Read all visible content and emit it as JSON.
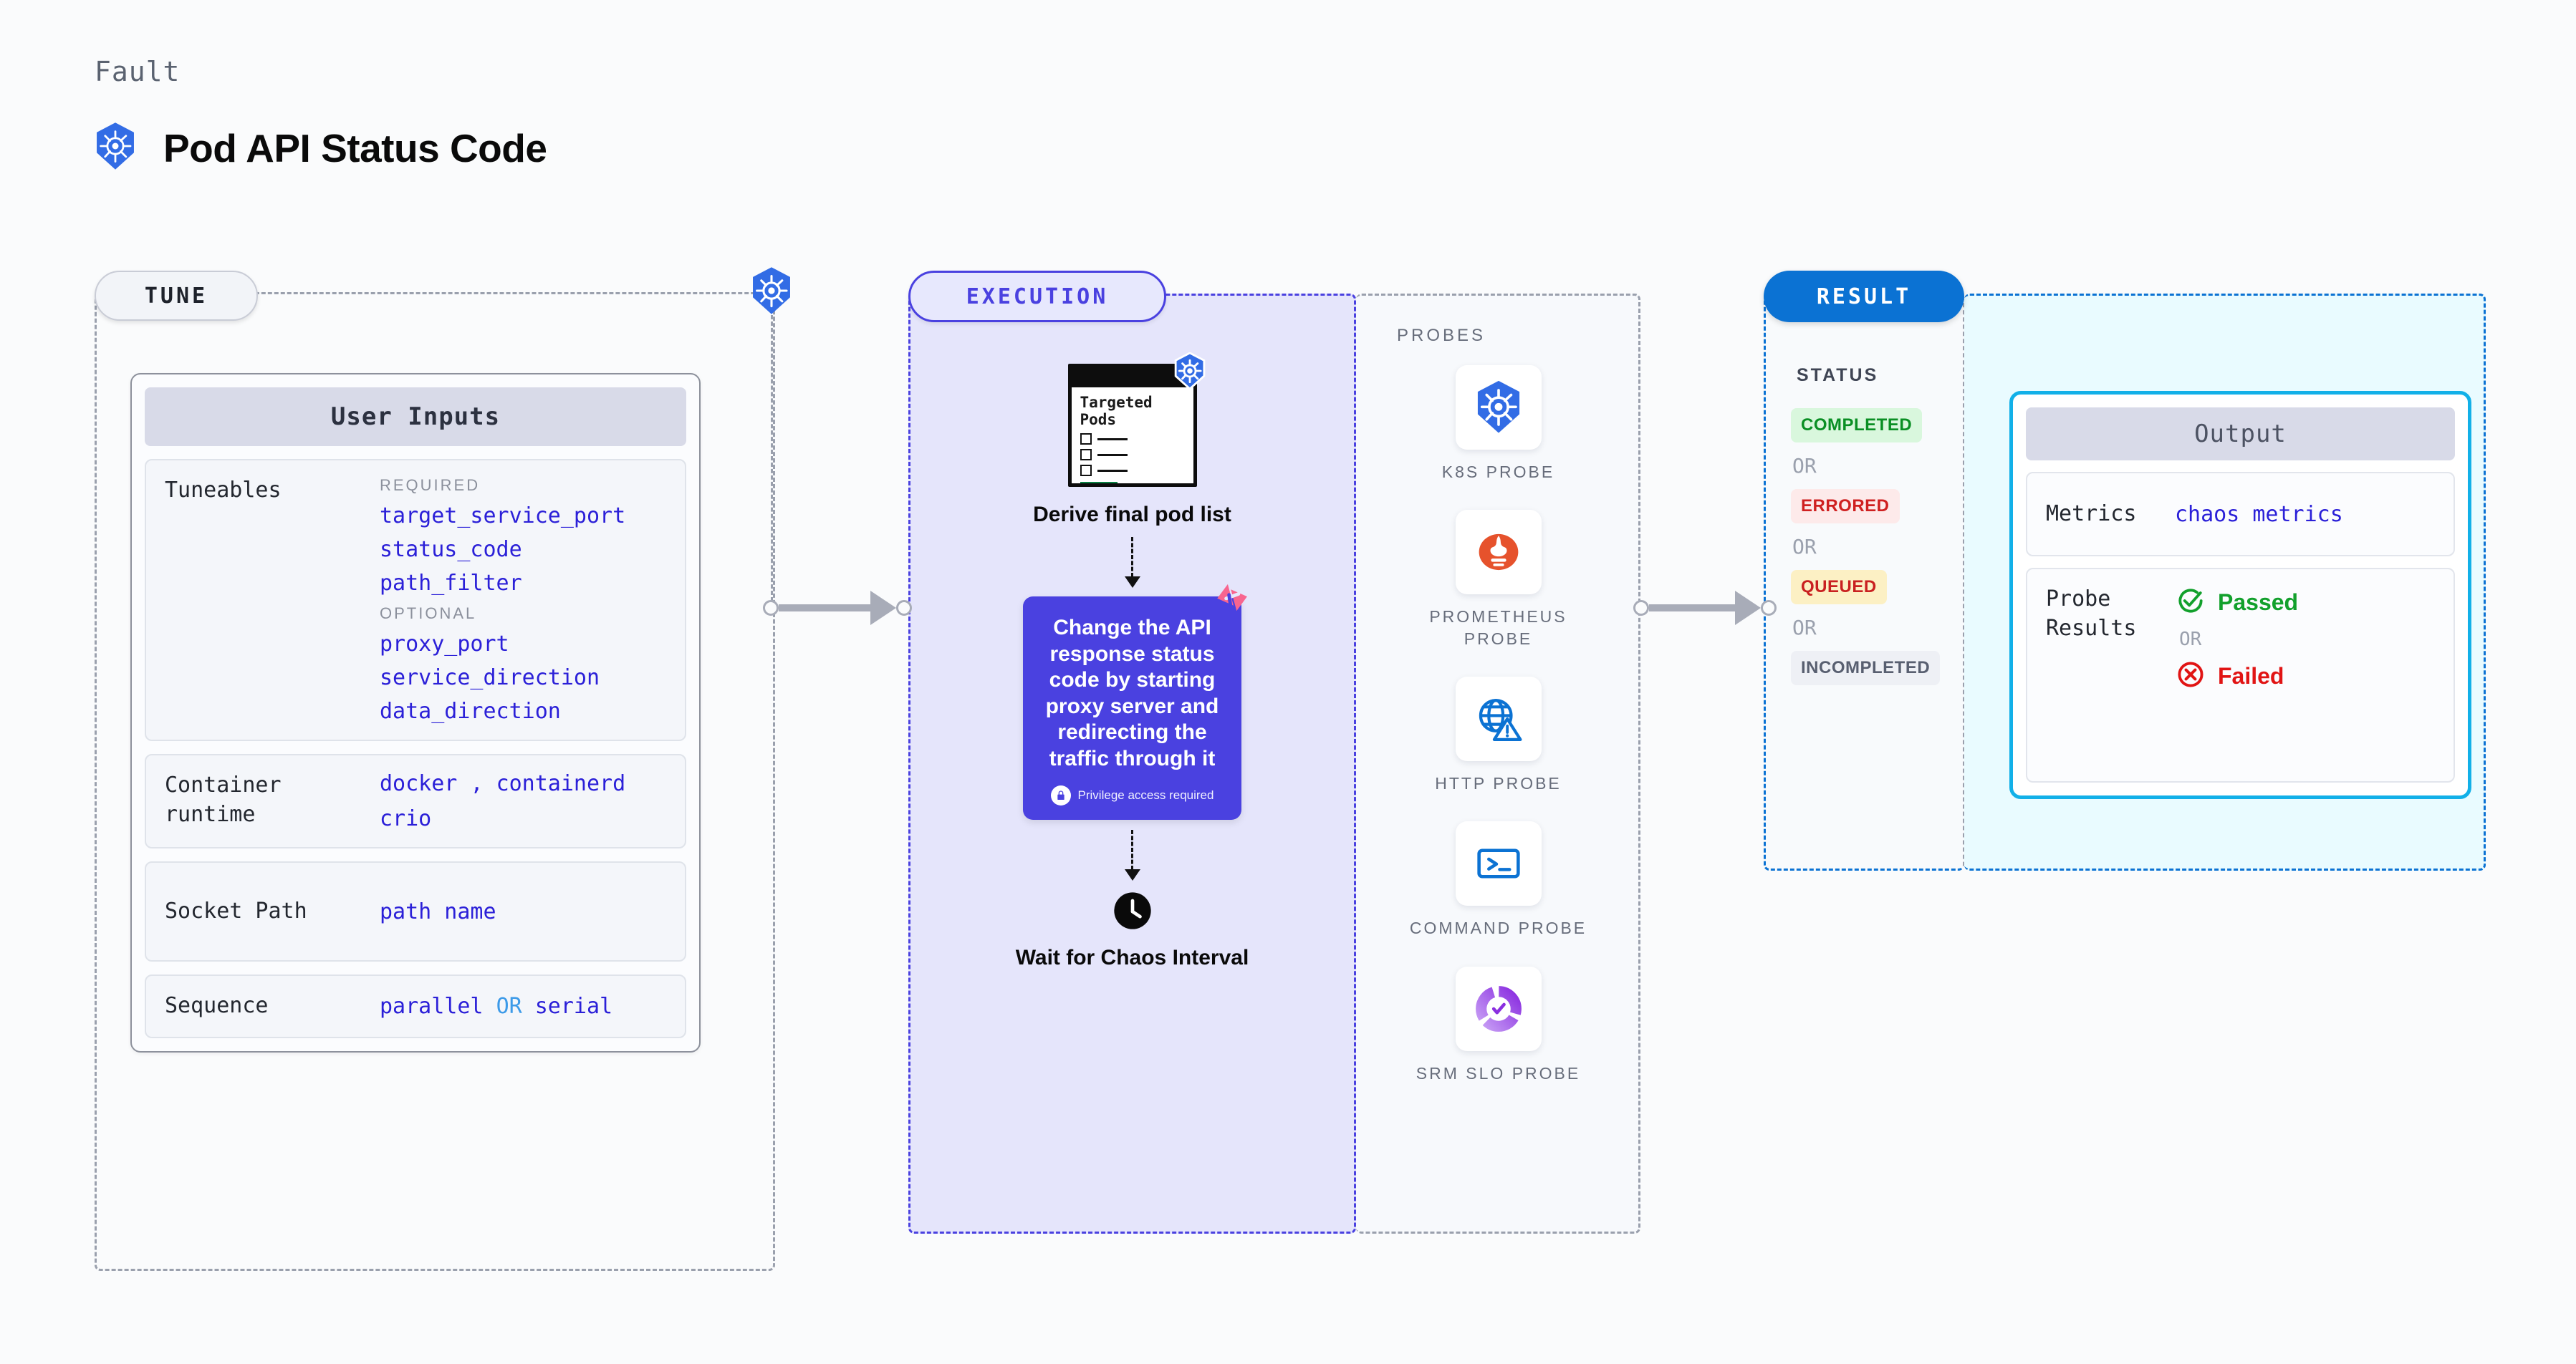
{
  "header": {
    "eyebrow": "Fault",
    "title": "Pod API Status Code",
    "icon": "kubernetes-icon"
  },
  "sections": {
    "tune_pill": "TUNE",
    "execution_pill": "EXECUTION",
    "result_pill": "RESULT"
  },
  "tune": {
    "card_title": "User Inputs",
    "blocks": [
      {
        "label": "Tuneables",
        "groups": [
          {
            "kicker": "REQUIRED",
            "values": [
              "target_service_port",
              "status_code",
              "path_filter"
            ]
          },
          {
            "kicker": "OPTIONAL",
            "values": [
              "proxy_port",
              "service_direction",
              "data_direction"
            ]
          }
        ]
      },
      {
        "label": "Container runtime",
        "line1_a": "docker",
        "line1_sep": ",",
        "line1_b": "containerd",
        "line2": "crio"
      },
      {
        "label": "Socket Path",
        "value": "path name"
      },
      {
        "label": "Sequence",
        "value_a": "parallel",
        "value_or": "OR",
        "value_b": "serial"
      }
    ]
  },
  "execution": {
    "pods_card": {
      "title": "Targeted Pods",
      "badge_icon": "kubernetes-icon"
    },
    "step1_caption": "Derive final pod list",
    "chaos_card": {
      "text": "Change the API response status code by starting proxy server and redirecting the traffic through it",
      "privilege_note": "Privilege access required",
      "privilege_icon": "lock-icon",
      "corner_icon": "shuffle-icon"
    },
    "step2_icon": "clock-icon",
    "step2_caption": "Wait for Chaos Interval"
  },
  "probes": {
    "title": "PROBES",
    "items": [
      {
        "label": "K8S PROBE",
        "icon": "kubernetes-icon"
      },
      {
        "label": "PROMETHEUS PROBE",
        "icon": "prometheus-icon"
      },
      {
        "label": "HTTP PROBE",
        "icon": "http-globe-warning-icon"
      },
      {
        "label": "COMMAND PROBE",
        "icon": "terminal-icon"
      },
      {
        "label": "SRM SLO PROBE",
        "icon": "srm-slo-donut-icon"
      }
    ]
  },
  "result": {
    "status_title": "STATUS",
    "or_label": "OR",
    "badges": [
      {
        "text": "COMPLETED",
        "style": "completed"
      },
      {
        "text": "ERRORED",
        "style": "errored"
      },
      {
        "text": "QUEUED",
        "style": "queued"
      },
      {
        "text": "INCOMPLETED",
        "style": "incompleted"
      }
    ],
    "output": {
      "title": "Output",
      "metrics_label": "Metrics",
      "metrics_value": "chaos metrics",
      "probe_results_label": "Probe Results",
      "passed_label": "Passed",
      "failed_label": "Failed",
      "or_label": "OR",
      "passed_icon": "check-circle-icon",
      "failed_icon": "x-circle-icon"
    }
  },
  "colors": {
    "kubernetes_blue": "#326ce5",
    "execution_purple": "#4a41e0",
    "result_blue": "#0b72d3",
    "output_cyan": "#12b0e8",
    "pass_green": "#12a02c",
    "fail_red": "#e11414",
    "code_indigo": "#2b20d8",
    "pink_accent": "#f8658f"
  }
}
